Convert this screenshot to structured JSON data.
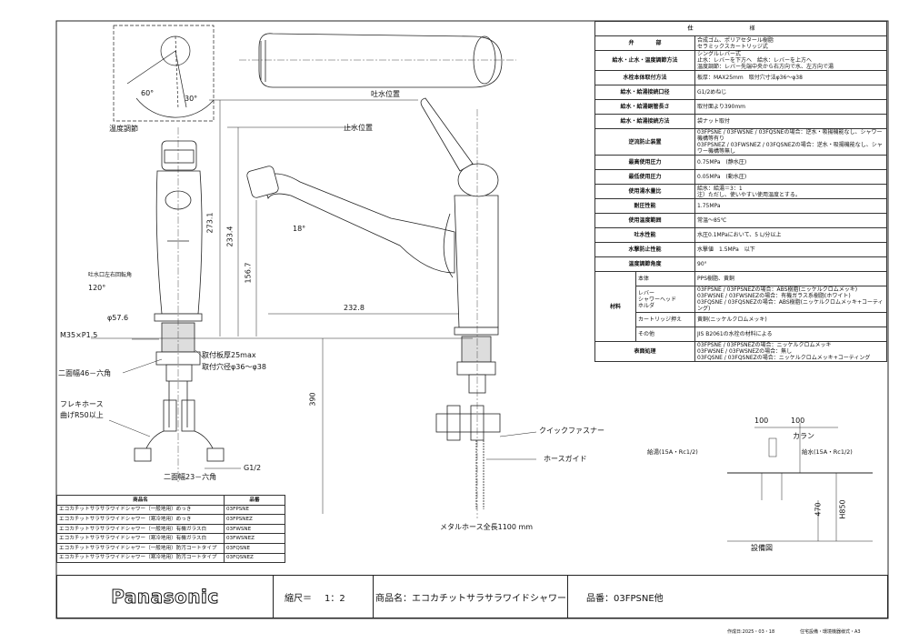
{
  "drawing": {
    "labels": {
      "temp_adjust": "温度調節",
      "angle_60": "60°",
      "angle_30": "30°",
      "spout_pos": "吐水位置",
      "stop_pos": "止水位置",
      "angle_18": "18°",
      "dim_2731": "273.1",
      "dim_2334": "233.4",
      "dim_1567": "156.7",
      "dim_2328": "232.8",
      "dim_390": "390",
      "rotation_label": "吐水口左右回転角",
      "rotation_value": "120°",
      "dia_576": "φ57.6",
      "thread": "M35×P1.5",
      "hex46": "二面幅46－六角",
      "flex_hose": "フレキホース",
      "bend": "曲げR50以上",
      "hex23": "二面幅23－六角",
      "g12": "G1/2",
      "thickness": "取付板厚25max",
      "hole": "取付穴径φ36～φ38",
      "quick_fastener": "クイックファスナー",
      "hose_guide": "ホースガイド",
      "metal_hose": "メタルホース全長1100 mm",
      "install_100a": "100",
      "install_100b": "100",
      "collar": "カラン",
      "supply_hot": "給湯(15A・Rc1/2)",
      "supply_water": "給水(15A・Rc1/2)",
      "h470": "470",
      "h850": "H850",
      "install_title": "設備図"
    }
  },
  "spec_table": {
    "header_left": "仕",
    "header_right": "様",
    "rows": [
      {
        "key": "弁　　　　部",
        "value": "合成ゴム、ポリアセタール樹脂\nセラミックスカートリッジ式"
      },
      {
        "key": "給水・止水・温度調節方法",
        "value": "シングルレバー式\n止水：レバーを下方へ　給水：レバーを上方へ\n温度調節：レバー先端中央から右方向で水、左方向で湯"
      },
      {
        "key": "水栓本体取付方法",
        "value": "板厚：MAX25mm　取付穴寸法φ36～φ38"
      },
      {
        "key": "給水・給湯接続口径",
        "value": "G1/2めねじ"
      },
      {
        "key": "給水・給湯銅管長さ",
        "value": "取付面より390mm"
      },
      {
        "key": "給水・給湯接続方法",
        "value": "袋ナット取付"
      },
      {
        "key": "逆流防止装置",
        "value": "03FPSNE / 03FWSNE / 03FQSNEの場合：逆水・吸揚機能なし、シャワー機構等有り\n03FPSNEZ / 03FWSNEZ / 03FQSNEZの場合：逆水・吸揚機能なし、シャワー機構等無し"
      },
      {
        "key": "最高使用圧力",
        "value": "0.75MPa　(静水圧)"
      },
      {
        "key": "最低使用圧力",
        "value": "0.05MPa　(動水圧)"
      },
      {
        "key": "使用湯水量比",
        "value": "給水：給湯＝3：1\n注）ただし、使いやすい使用温度とする。"
      },
      {
        "key": "耐圧性能",
        "value": "1.75MPa"
      },
      {
        "key": "使用温度範囲",
        "value": "常温～85℃"
      },
      {
        "key": "吐水性能",
        "value": "水圧0.1MPaにおいて、5 L/分以上"
      },
      {
        "key": "水撃防止性能",
        "value": "水撃値　1.5MPa　以下"
      },
      {
        "key": "温度調節角度",
        "value": "90°"
      }
    ],
    "material_key": "材料",
    "material_rows": [
      {
        "part": "本体",
        "value": "PPS樹脂、黄銅"
      },
      {
        "part": "レバー\nシャワーヘッド\nホルダ",
        "value": "03FPSNE / 03FPSNEZの場合：ABS樹脂(ニッケルクロムメッキ)\n03FWSNE / 03FWSNEZの場合：有機ガラス系樹脂(ホワイト)\n03FQSNE / 03FQSNEZの場合：ABS樹脂(ニッケルクロムメッキ+コーティング)"
      },
      {
        "part": "カートリッジ押え",
        "value": "黄銅(ニッケルクロムメッキ)"
      },
      {
        "part": "その他",
        "value": "JIS B2061の水栓の材料による"
      }
    ],
    "surface_key": "表面処理",
    "surface_value": "03FPSNE / 03FPSNEZの場合：ニッケルクロムメッキ\n03FWSNE / 03FWSNEZの場合：無し\n03FQSNE / 03FQSNEZの場合：ニッケルクロムメッキ+コーティング"
  },
  "product_table": {
    "header_name": "商品名",
    "header_code": "品番",
    "rows": [
      {
        "name": "エコカチットサラサラワイドシャワー（一般地用）めっき",
        "code": "03FPSNE"
      },
      {
        "name": "エコカチットサラサラワイドシャワー（寒冷地用）めっき",
        "code": "03FPSNEZ"
      },
      {
        "name": "エコカチットサラサラワイドシャワー（一般地用）有機ガラス白",
        "code": "03FWSNE"
      },
      {
        "name": "エコカチットサラサラワイドシャワー（寒冷地用）有機ガラス白",
        "code": "03FWSNEZ"
      },
      {
        "name": "エコカチットサラサラワイドシャワー（一般地用）防汚コートタイプ",
        "code": "03FQSNE"
      },
      {
        "name": "エコカチットサラサラワイドシャワー（寒冷地用）防汚コートタイプ",
        "code": "03FQSNEZ"
      }
    ]
  },
  "title_block": {
    "brand": "Panasonic",
    "scale_label": "縮尺＝",
    "scale_value": "1：2",
    "product_name": "商品名：エコカチットサラサラワイドシャワー",
    "part_number": "品番：03FPSNE他"
  },
  "footer": {
    "created": "作成日:2025・03・18",
    "sheet": "住宅設備・環境機器様式・A3"
  }
}
